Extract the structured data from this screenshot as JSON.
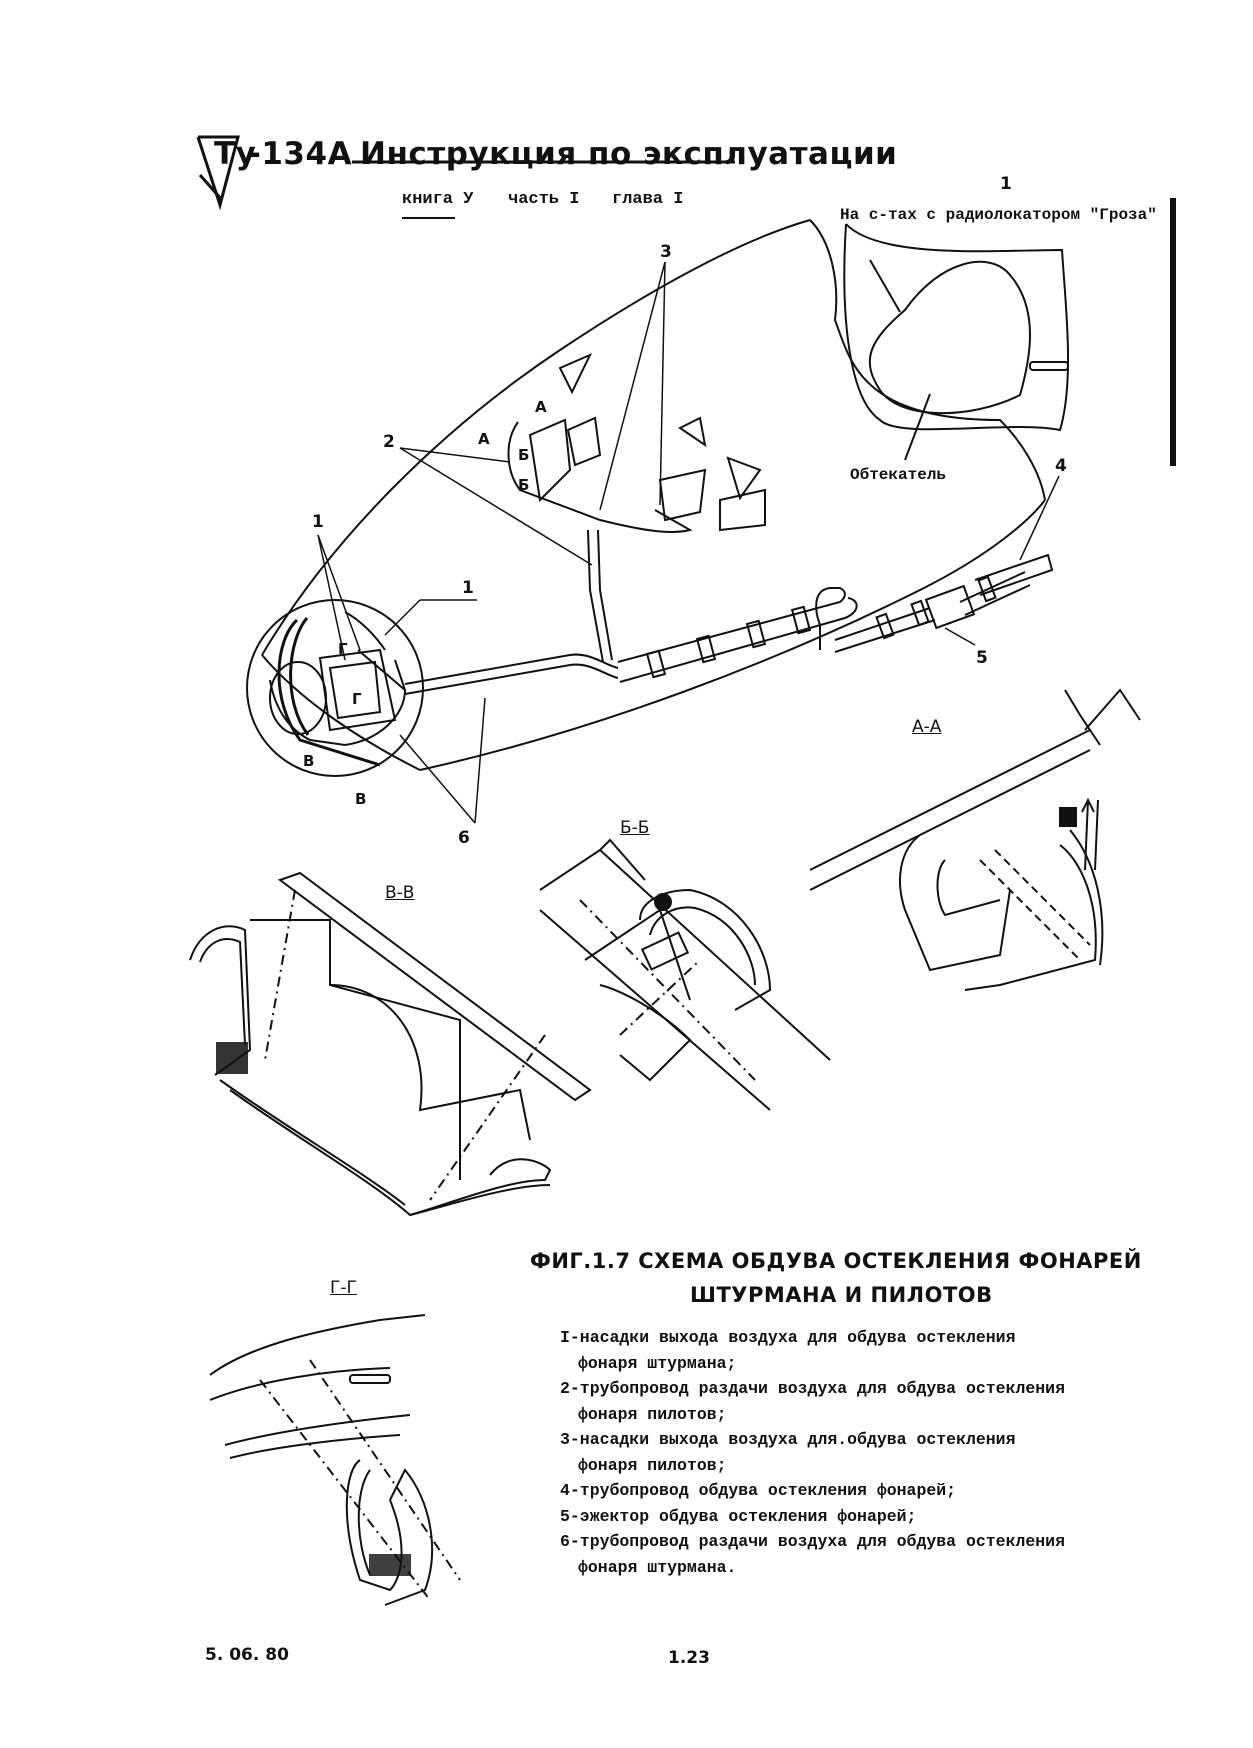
{
  "header": {
    "logo_text": "Ту",
    "model": "-134А",
    "title": "Инструкция по эксплуатации",
    "book": "книга У",
    "part": "часть I",
    "chapter": "глава I"
  },
  "diagram": {
    "note_radar": "На с-тах с радиолокатором \"Гроза\"",
    "fairing_label": "Обтекатель",
    "callouts": [
      "1",
      "2",
      "3",
      "4",
      "5",
      "6",
      "1",
      "1"
    ],
    "section_marks": [
      "А",
      "А",
      "Б",
      "Б",
      "В",
      "В",
      "Г",
      "Г"
    ],
    "sections": [
      "А-А",
      "Б-Б",
      "В-В",
      "Г-Г"
    ]
  },
  "caption": {
    "line1": "ФИГ.1.7   СХЕМА   ОБДУВА   ОСТЕКЛЕНИЯ   ФОНАРЕЙ",
    "line2": "ШТУРМАНА   И   ПИЛОТОВ"
  },
  "legend": [
    "I-насадки выхода воздуха для обдува остекления",
    "фонаря штурмана;",
    "2-трубопровод раздачи воздуха для обдува остекления",
    "фонаря пилотов;",
    "3-насадки выхода воздуха для.обдува остекления",
    "фонаря пилотов;",
    "4-трубопровод обдува остекления фонарей;",
    "5-эжектор обдува остекления фонарей;",
    "6-трубопровод раздачи воздуха для обдува остекления",
    "фонаря штурмана."
  ],
  "footer": {
    "date": "5. 06. 80",
    "page": "1.23"
  }
}
